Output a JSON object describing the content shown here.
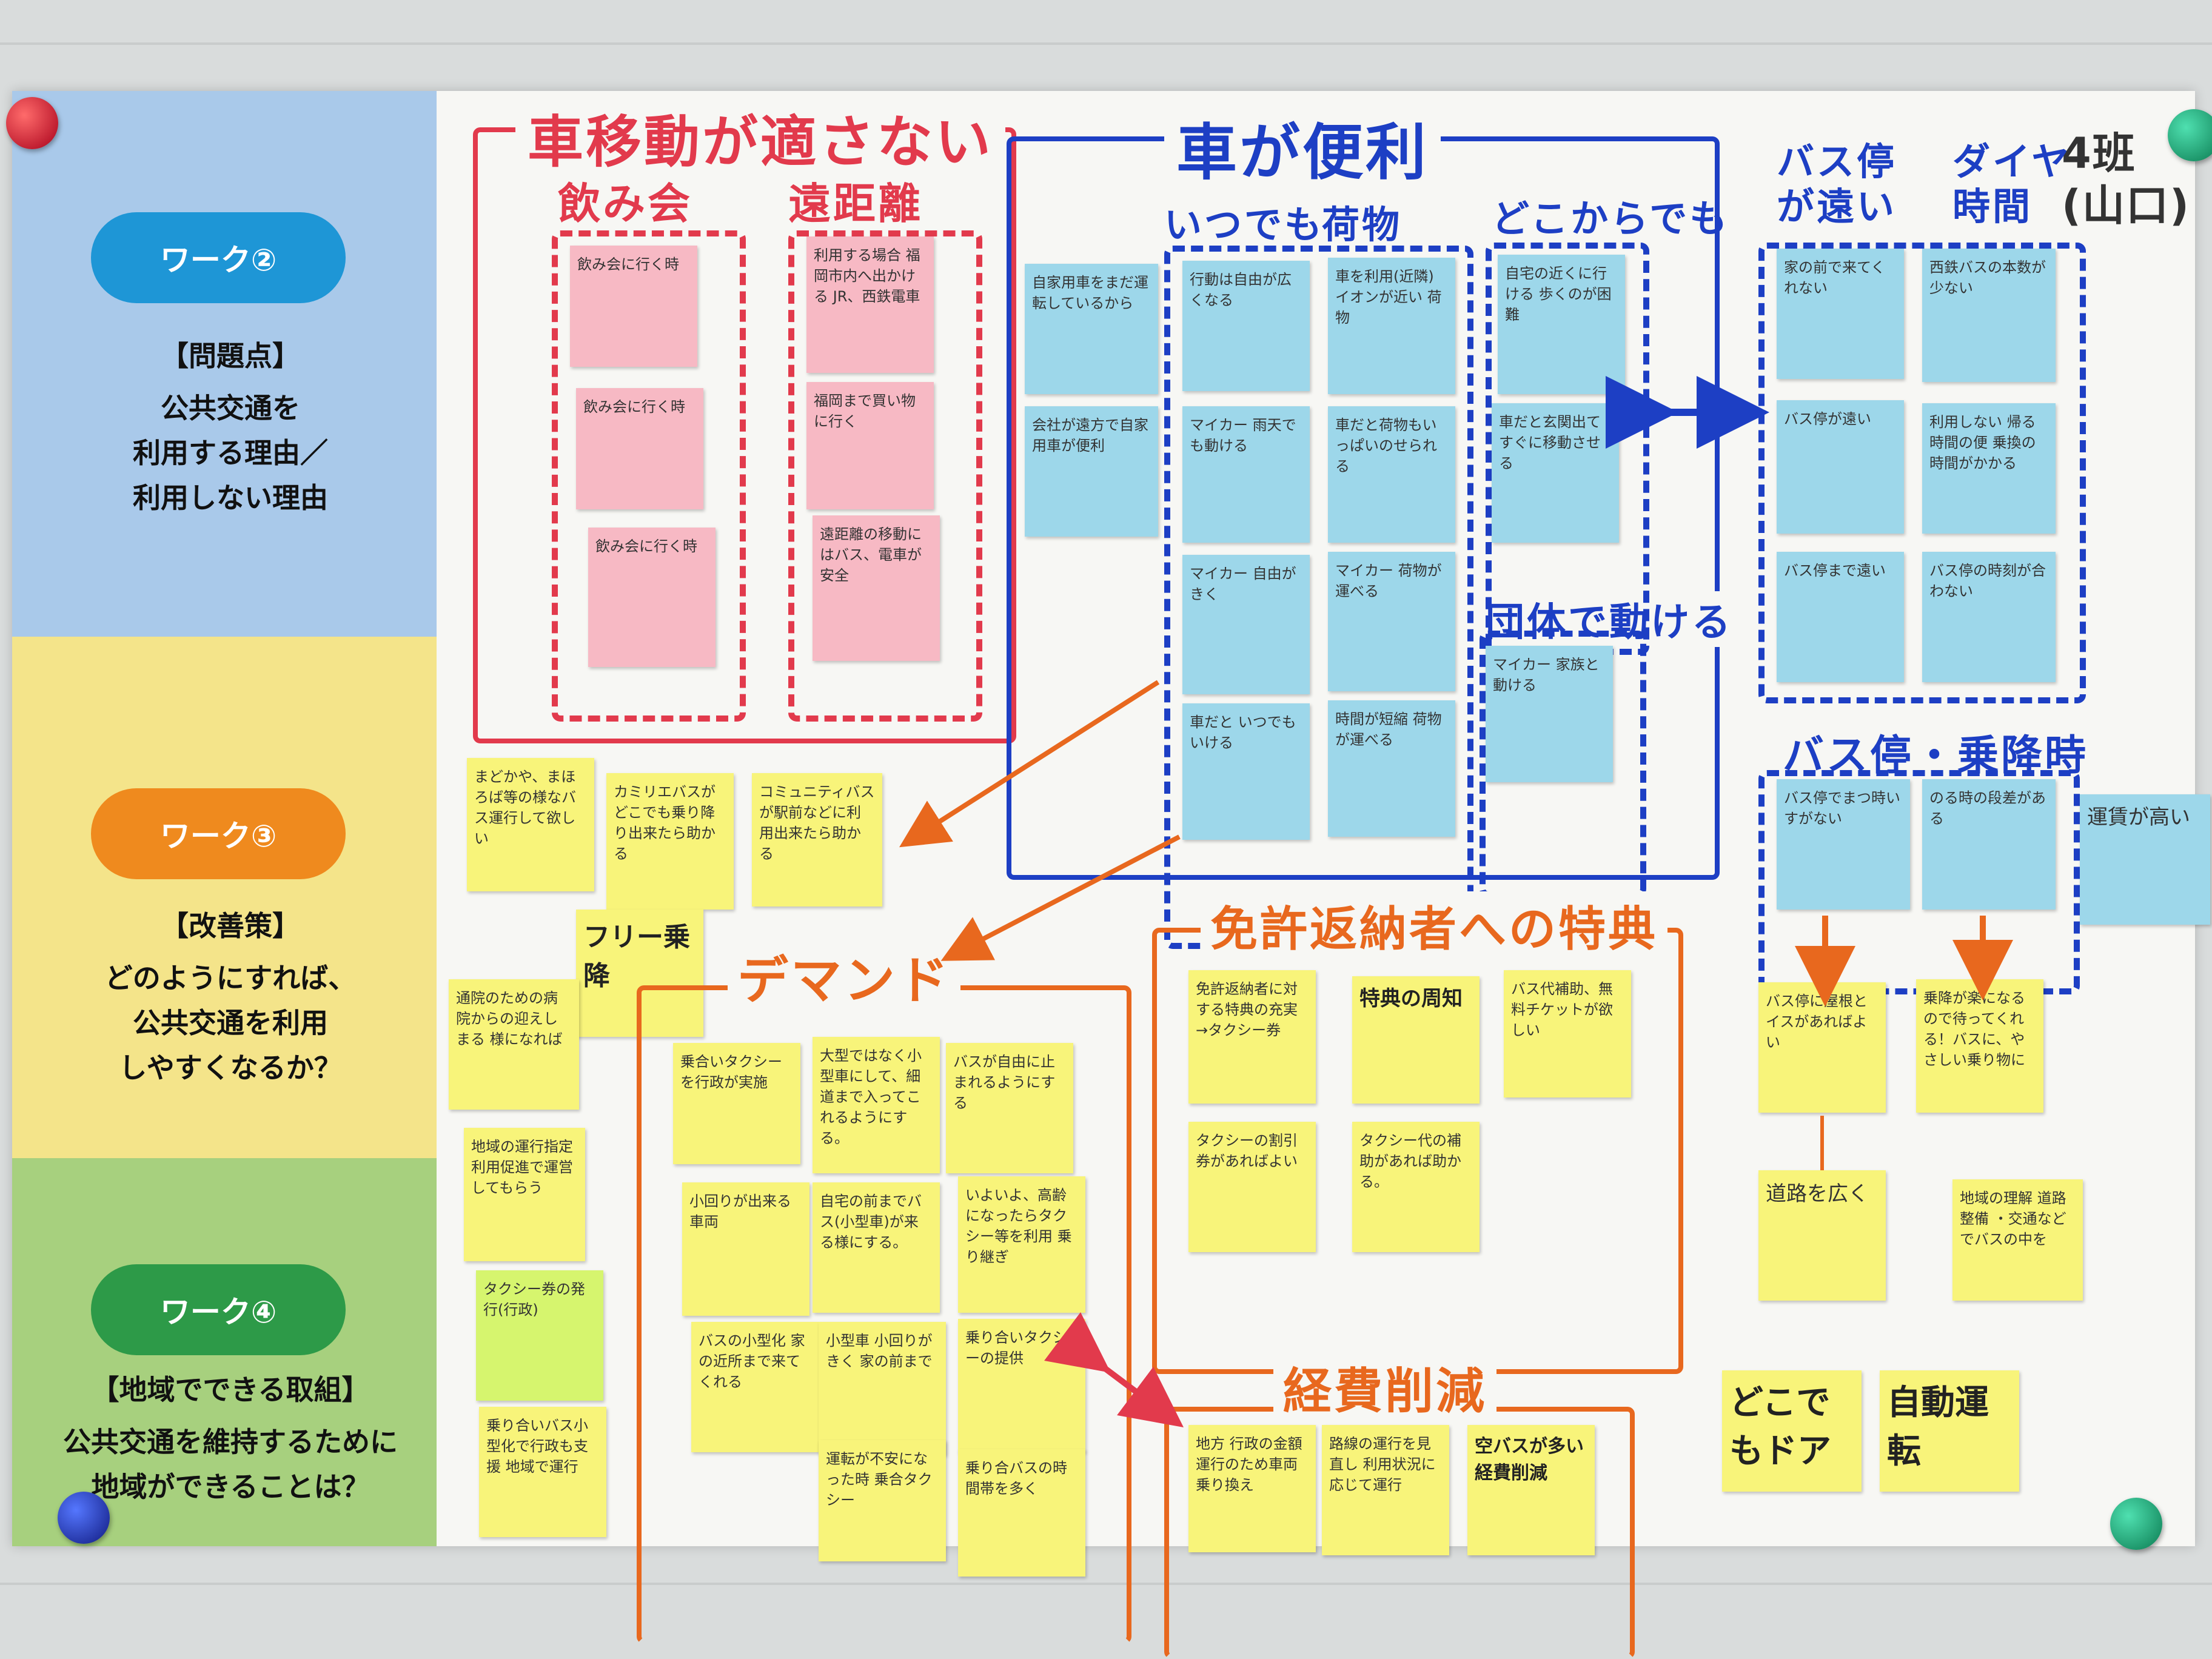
{
  "sidebar": {
    "work2": {
      "pill": "ワーク②",
      "heading": "【問題点】",
      "body": "公共交通を\n利用する理由／\n利用しない理由"
    },
    "work3": {
      "pill": "ワーク③",
      "heading": "【改善策】",
      "body": "どのようにすれば、\n公共交通を利用\nしやすくなるか？"
    },
    "work4": {
      "pill": "ワーク④",
      "heading": "【地域でできる取組】",
      "body": "公共交通を維持するために\n地域ができることは？"
    }
  },
  "corner_label": "4班\n(山口)",
  "groups": {
    "car_unsuitable": {
      "title": "車移動が適さない",
      "col1": "飲み会",
      "col2": "遠距離",
      "notes_col1": [
        "飲み会に行く時",
        "飲み会に行く時",
        "飲み会に行く時"
      ],
      "notes_col2": [
        "利用する場合 福岡市内へ出かける JR、西鉄電車",
        "福岡まで買い物に行く",
        "遠距離の移動にはバス、電車が安全"
      ]
    },
    "car_convenient": {
      "title": "車が便利",
      "col1": "いつでも",
      "col2": "荷物",
      "col3": "どこからでも",
      "col4": "団体で動ける",
      "notes_left": [
        "自家用車をまだ運転しているから",
        "会社が遠方で自家用車が便利"
      ],
      "notes_col1": [
        "行動は自由が広くなる",
        "マイカー 雨天でも動ける",
        "マイカー 自由がきく",
        "車だと いつでもいける"
      ],
      "notes_col2": [
        "車を利用(近隣) イオンが近い 荷物",
        "車だと荷物もいっぱいのせられる",
        "マイカー 荷物が運べる",
        "時間が短縮 荷物が運べる"
      ],
      "notes_col3": [
        "自宅の近くに行ける 歩くのが困難",
        "車だと玄関出てすぐに移動させる"
      ],
      "notes_col4": [
        "マイカー 家族と動ける"
      ]
    },
    "bus_stop": {
      "title1": "バス停が遠い",
      "title2": "ダイヤ時間",
      "notes_col1": [
        "家の前で来てくれない",
        "バス停が遠い",
        "バス停まで遠い"
      ],
      "notes_col2": [
        "西鉄バスの本数が少ない",
        "利用しない 帰る時間の便 乗換の時間がかかる",
        "バス停の時刻が合わない"
      ]
    },
    "boarding": {
      "title": "バス停・乗降時",
      "notes": [
        "バス停でまつ時いすがない",
        "のる時の段差がある"
      ],
      "extra": "運賃が高い"
    },
    "free_boarding": {
      "label": "フリー乗降",
      "notes": [
        "まどかや、まほろば等の様なバス運行して欲しい",
        "カミリエバスがどこでも乗り降り出来たら助かる",
        "コミュニティバスが駅前などに利用出来たら助かる",
        "通院のための病院からの迎えしまる 様になれば"
      ]
    },
    "demand": {
      "title": "デマンド",
      "notes": [
        "乗合いタクシーを行政が実施",
        "大型ではなく小型車にして、細道まで入ってこれるようにする。",
        "バスが自由に止まれるようにする",
        "小回りが出来る車両",
        "自宅の前までバス(小型車)が来る様にする。",
        "いよいよ、高齢になったらタクシー等を利用 乗り継ぎ",
        "バスの小型化 家の近所まで来てくれる",
        "小型車 小回りがきく 家の前まで",
        "乗り合いタクシーの提供",
        "運転が不安になった時 乗合タクシー",
        "乗り合バスの時間帯を多く"
      ]
    },
    "work4_notes": [
      "地域の運行指定 利用促進で運営してもらう",
      "タクシー券の発行(行政)",
      "乗り合いバス小型化で行政も支援 地域で運行"
    ],
    "license": {
      "title": "免許返納者への特典",
      "notes": [
        "免許返納者に対する特典の充実 →タクシー券",
        "特典の周知",
        "バス代補助、無料チケットが欲しい",
        "タクシーの割引券があればよい",
        "タクシー代の補助があれば助かる。"
      ]
    },
    "cost": {
      "title": "経費削減",
      "notes": [
        "地方 行政の金額 運行のため車両 乗り換え",
        "路線の運行を見直し 利用状況に応じて運行",
        "空バスが多い 経費削減"
      ]
    },
    "right_bottom": {
      "notes": [
        "バス停に屋根とイスがあればよい",
        "乗降が楽になるので待ってくれる！バスに、やさしい乗り物に",
        "道路を広く",
        "地域の理解 道路整備 ・交通などでバスの中を"
      ],
      "extra1": "どこでもドア",
      "extra2": "自動運転"
    }
  },
  "colors": {
    "red": "#e23a4c",
    "blue": "#1d3fc4",
    "orange": "#e8681e"
  }
}
